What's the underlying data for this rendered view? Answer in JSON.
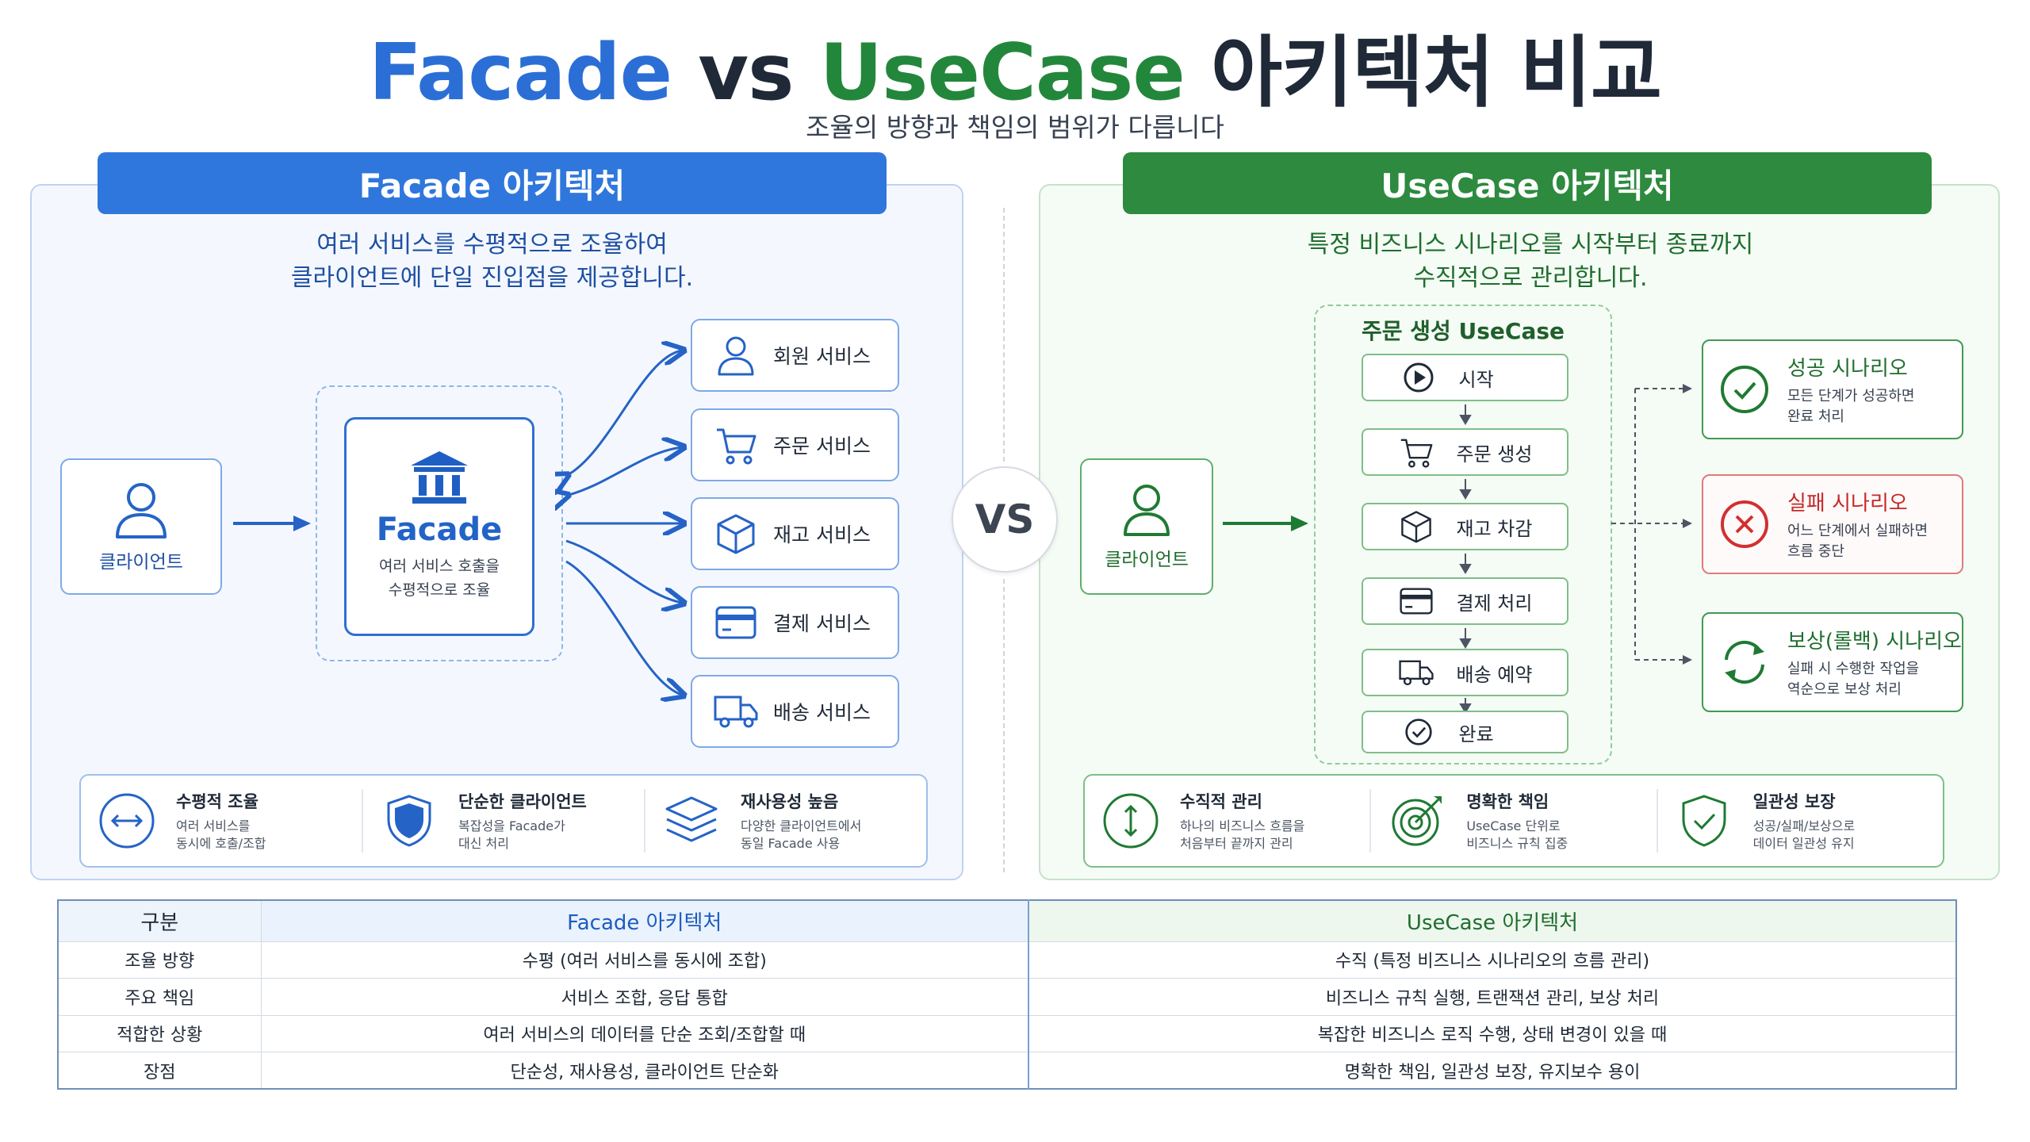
{
  "header": {
    "title_facade": "Facade",
    "title_vs": "vs",
    "title_usecase": "UseCase",
    "title_rest": "아키텍처 비교",
    "subtitle": "조율의 방향과 책임의 범위가 다릅니다"
  },
  "facade": {
    "banner": "Facade 아키텍처",
    "desc_line1": "여러 서비스를 수평적으로 조율하여",
    "desc_line2": "클라이언트에 단일 진입점을 제공합니다.",
    "client_label": "클라이언트",
    "box_title": "Facade",
    "box_sub_line1": "여러 서비스 호출을",
    "box_sub_line2": "수평적으로 조율",
    "services": [
      {
        "label": "회원 서비스",
        "icon": "user-icon"
      },
      {
        "label": "주문 서비스",
        "icon": "cart-icon"
      },
      {
        "label": "재고 서비스",
        "icon": "box-icon"
      },
      {
        "label": "결제 서비스",
        "icon": "card-icon"
      },
      {
        "label": "배송 서비스",
        "icon": "truck-icon"
      }
    ],
    "features": [
      {
        "title": "수평적 조율",
        "line1": "여러 서비스를",
        "line2": "동시에 호출/조합",
        "icon": "horizontal-arrows-icon"
      },
      {
        "title": "단순한 클라이언트",
        "line1": "복잡성을 Facade가",
        "line2": "대신 처리",
        "icon": "shield-icon"
      },
      {
        "title": "재사용성 높음",
        "line1": "다양한 클라이언트에서",
        "line2": "동일 Facade 사용",
        "icon": "layers-icon"
      }
    ]
  },
  "vs_label": "VS",
  "usecase": {
    "banner": "UseCase 아키텍처",
    "desc_line1": "특정 비즈니스 시나리오를 시작부터 종료까지",
    "desc_line2": "수직적으로 관리합니다.",
    "client_label": "클라이언트",
    "flow_title": "주문 생성 UseCase",
    "steps": [
      {
        "label": "시작",
        "icon": "play-icon"
      },
      {
        "label": "주문 생성",
        "icon": "cart-icon"
      },
      {
        "label": "재고 차감",
        "icon": "box-icon"
      },
      {
        "label": "결제 처리",
        "icon": "card-icon"
      },
      {
        "label": "배송 예약",
        "icon": "truck-icon"
      },
      {
        "label": "완료",
        "icon": "check-circle-icon"
      }
    ],
    "scenarios": [
      {
        "title": "성공 시나리오",
        "line1": "모든 단계가 성공하면",
        "line2": "완료 처리",
        "icon": "check-circle-icon"
      },
      {
        "title": "실패 시나리오",
        "line1": "어느 단계에서 실패하면",
        "line2": "흐름 중단",
        "icon": "x-circle-icon"
      },
      {
        "title": "보상(롤백) 시나리오",
        "line1": "실패 시 수행한 작업을",
        "line2": "역순으로 보상 처리",
        "icon": "refresh-icon"
      }
    ],
    "features": [
      {
        "title": "수직적 관리",
        "line1": "하나의 비즈니스 흐름을",
        "line2": "처음부터 끝까지 관리",
        "icon": "vertical-arrows-icon"
      },
      {
        "title": "명확한 책임",
        "line1": "UseCase 단위로",
        "line2": "비즈니스 규칙 집중",
        "icon": "target-icon"
      },
      {
        "title": "일관성 보장",
        "line1": "성공/실패/보상으로",
        "line2": "데이터 일관성 유지",
        "icon": "shield-check-icon"
      }
    ]
  },
  "table": {
    "headers": [
      "구분",
      "Facade 아키텍처",
      "UseCase 아키텍처"
    ],
    "rows": [
      [
        "조율 방향",
        "수평 (여러 서비스를 동시에 조합)",
        "수직 (특정 비즈니스 시나리오의 흐름 관리)"
      ],
      [
        "주요 책임",
        "서비스 조합, 응답 통합",
        "비즈니스 규칙 실행, 트랜잭션 관리, 보상 처리"
      ],
      [
        "적합한 상황",
        "여러 서비스의 데이터를 단순 조회/조합할 때",
        "복잡한 비즈니스 로직 수행, 상태 변경이 있을 때"
      ],
      [
        "장점",
        "단순성, 재사용성, 클라이언트 단순화",
        "명확한 책임, 일관성 보장, 유지보수 용이"
      ]
    ]
  },
  "colors": {
    "facade_blue": "#2f77dc",
    "usecase_green": "#2d8a3e",
    "fail_red": "#d32f2f"
  }
}
